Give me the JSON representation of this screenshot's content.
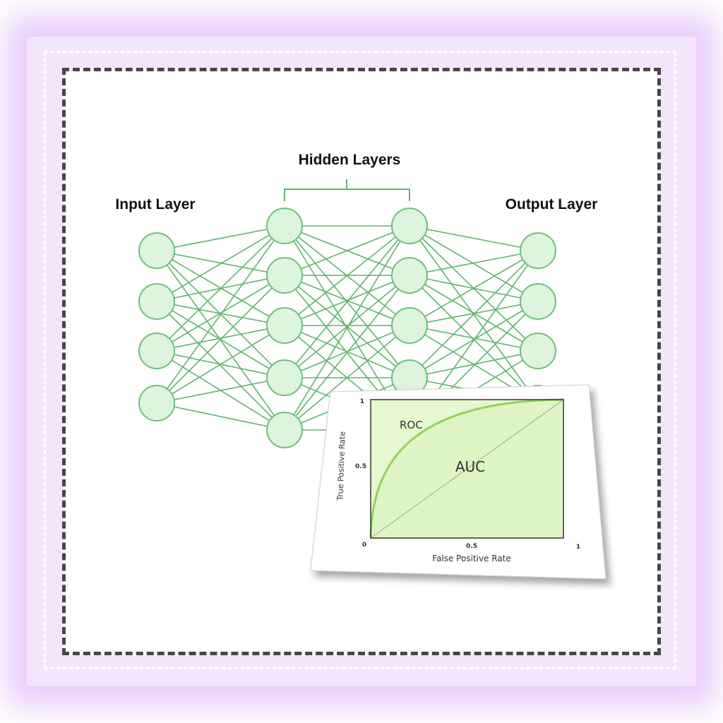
{
  "diagram": {
    "labels": {
      "input": "Input Layer",
      "hidden": "Hidden Layers",
      "output": "Output Layer"
    },
    "layers": [
      {
        "name": "input",
        "nodes": 4
      },
      {
        "name": "hidden",
        "nodes": 5
      },
      {
        "name": "hidden",
        "nodes": 5
      },
      {
        "name": "output",
        "nodes": 4
      }
    ],
    "colors": {
      "node_fill": "#dcf5dc",
      "node_stroke": "#6fbf7a",
      "edge": "#5fb46c",
      "frame_dash": "#4a4549",
      "glow": "#e8d4fa"
    }
  },
  "roc_card": {
    "curve_label": "ROC",
    "area_label": "AUC",
    "ylabel": "True Positive Rate",
    "xlabel": "False Positive Rate",
    "x_ticks": [
      "0",
      "0.5",
      "1"
    ],
    "y_ticks": [
      "1",
      "0.5"
    ],
    "colors": {
      "area_fill": "#e6f8cf",
      "curve": "#8fd45a",
      "diagonal": "#9aa79a"
    }
  }
}
